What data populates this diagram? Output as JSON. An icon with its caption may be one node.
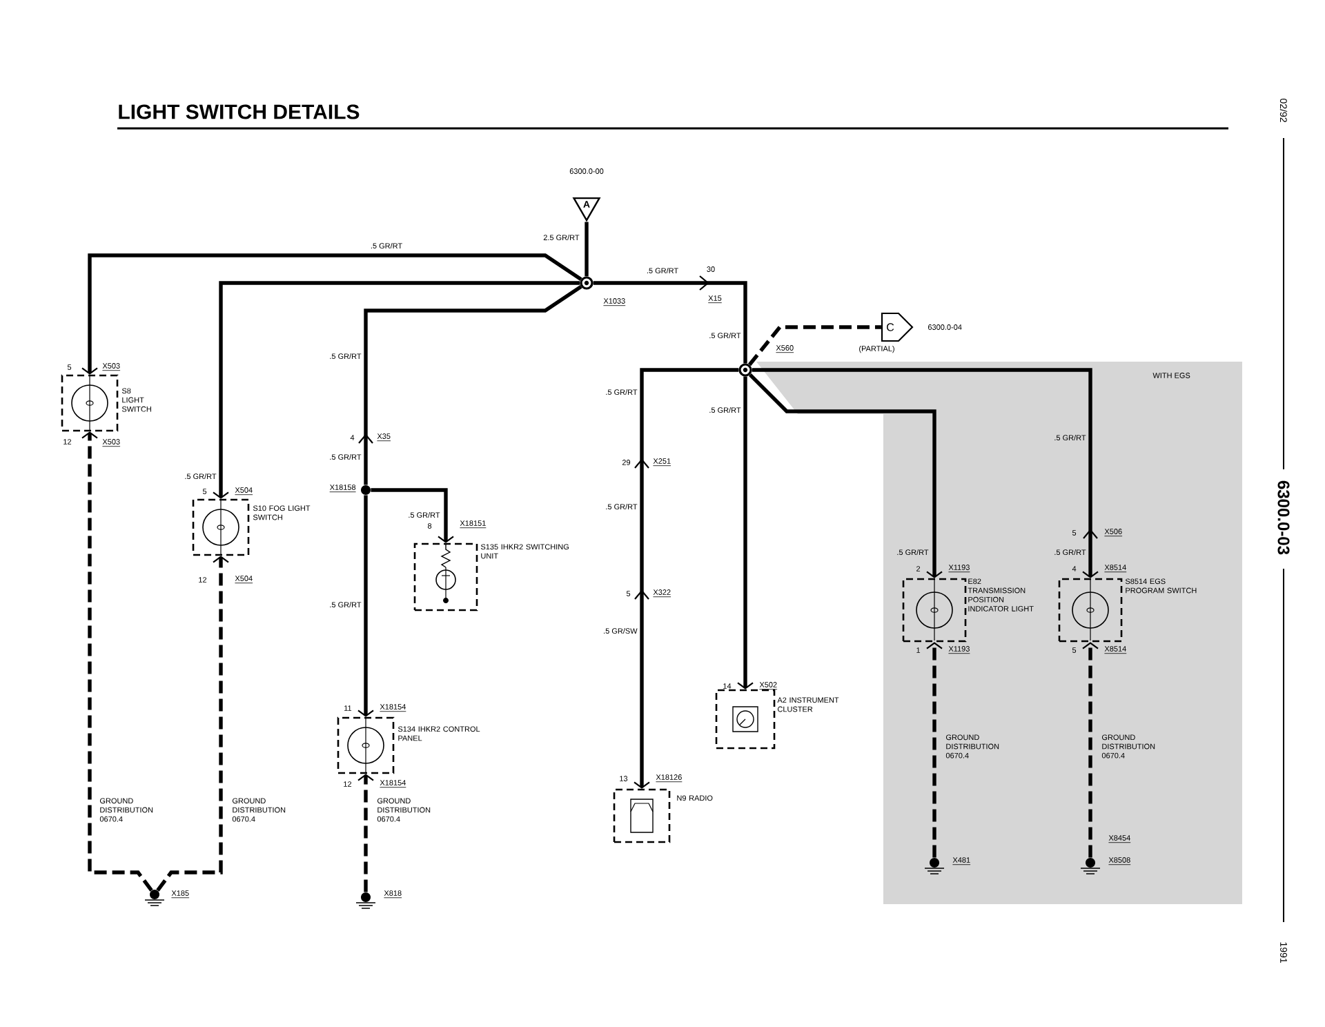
{
  "diagram": {
    "title": "LIGHT SWITCH DETAILS",
    "nodes": [
      {
        "text": [
          "A"
        ],
        "beside": [
          "6300.0-00"
        ]
      },
      {
        "text": [
          "X1033"
        ]
      },
      {
        "text": [
          "S8 LIGHT SWITCH"
        ],
        "beside": [
          "5",
          "X503",
          "12",
          "X503"
        ]
      },
      {
        "text": [
          "S10 FOG LIGHT SWITCH"
        ],
        "beside": [
          "5",
          "X504",
          "12",
          "X504"
        ]
      },
      {
        "text": [
          "X18158"
        ]
      },
      {
        "text": [
          "S135 IHKR2 SWITCHING UNIT"
        ],
        "beside": [
          "8",
          "X18151"
        ]
      },
      {
        "text": [
          "S134 IHKR2 CONTROL PANEL"
        ],
        "beside": [
          "11",
          "X18154",
          "12",
          "X18154"
        ]
      },
      {
        "text": [
          "X560"
        ]
      },
      {
        "text": [
          "C"
        ],
        "beside": [
          "6300.0-04",
          "(PARTIAL)"
        ]
      },
      {
        "text": [
          "N9 RADIO"
        ],
        "beside": [
          "13",
          "X18126"
        ]
      },
      {
        "text": [
          "A2 INSTRUMENT CLUSTER"
        ],
        "beside": [
          "14",
          "X502"
        ]
      },
      {
        "text": [
          "WITH EGS"
        ]
      },
      {
        "text": [
          "E82 TRANSMISSION POSITION INDICATOR LIGHT"
        ],
        "beside": [
          "2",
          "X1193",
          "1",
          "X1193"
        ],
        "in": 11
      },
      {
        "text": [
          "S8514 EGS PROGRAM SWITCH"
        ],
        "beside": [
          "4",
          "X8514",
          "5",
          "X8514"
        ],
        "in": 11
      },
      {
        "text": [
          "X185"
        ]
      },
      {
        "text": [
          "X818"
        ]
      },
      {
        "text": [
          "X481"
        ],
        "in": 11
      },
      {
        "text": [
          "X8508"
        ],
        "in": 11
      }
    ],
    "edges": [
      {
        "from": 0,
        "to": 1,
        "arrow": "none",
        "label": "2.5 GR/RT"
      },
      {
        "from": 1,
        "to": 2,
        "arrow": "to",
        "label": ".5 GR/RT"
      },
      {
        "from": 1,
        "to": 3,
        "arrow": "to",
        "label": ".5 GR/RT"
      },
      {
        "from": 1,
        "to": 4,
        "arrow": "to",
        "label": ".5 GR/RT"
      },
      {
        "from": 1,
        "to": 7,
        "arrow": "to",
        "label": ".5 GR/RT"
      },
      {
        "from": 4,
        "to": 5,
        "arrow": "to",
        "label": ".5 GR/RT"
      },
      {
        "from": 4,
        "to": 6,
        "arrow": "to",
        "label": ".5 GR/RT"
      },
      {
        "from": 7,
        "to": 8,
        "arrow": "none",
        "style": "dashed"
      },
      {
        "from": 7,
        "to": 9,
        "arrow": "to",
        "label": ".5 GR/RT"
      },
      {
        "from": 7,
        "to": 10,
        "arrow": "to",
        "label": ".5 GR/RT"
      },
      {
        "from": 7,
        "to": 12,
        "arrow": "to",
        "label": ".5 GR/RT"
      },
      {
        "from": 7,
        "to": 13,
        "arrow": "to",
        "label": ".5 GR/RT"
      },
      {
        "from": 14,
        "to": 2,
        "arrow": "to",
        "style": "dashed",
        "label": "GROUND DISTRIBUTION 0670.4"
      },
      {
        "from": 14,
        "to": 3,
        "arrow": "to",
        "style": "dashed",
        "label": "GROUND DISTRIBUTION 0670.4"
      },
      {
        "from": 15,
        "to": 6,
        "arrow": "to",
        "style": "dashed",
        "label": "GROUND DISTRIBUTION 0670.4"
      },
      {
        "from": 16,
        "to": 12,
        "arrow": "to",
        "style": "dashed",
        "label": "GROUND DISTRIBUTION 0670.4"
      },
      {
        "from": 17,
        "to": 13,
        "arrow": "to",
        "style": "dashed",
        "label": "GROUND DISTRIBUTION 0670.4"
      }
    ],
    "labels": [
      "30",
      "X15",
      ".5 GR/RT",
      "4",
      "X35",
      ".5 GR/RT",
      "29",
      "X251",
      ".5 GR/RT",
      "5",
      "X322",
      ".5 GR/SW",
      "5",
      "X506",
      ".5 GR/RT",
      "X8454",
      "02/92",
      "6300.0-03",
      "1991"
    ]
  }
}
